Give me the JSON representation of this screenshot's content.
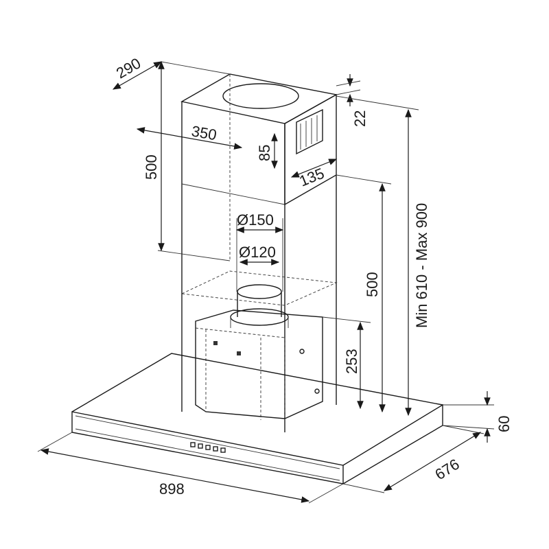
{
  "title": "Island range hood dimension drawing",
  "dimensions": {
    "chimney_depth": "290",
    "chimney_width": "350",
    "upper_chimney_height": "500",
    "vent_height": "85",
    "top_offset": "22",
    "vent_width": "135",
    "outlet_diameter_large": "Ø150",
    "outlet_diameter_small": "Ø120",
    "lower_chimney_height": "500",
    "motor_height": "253",
    "total_height_range": "Min 610 - Max 900",
    "canopy_thickness": "60",
    "canopy_depth": "676",
    "canopy_width": "898"
  }
}
